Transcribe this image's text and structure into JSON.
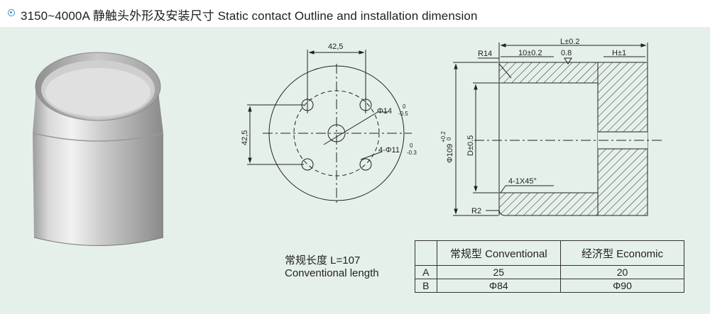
{
  "header": {
    "title": "3150~4000A 静触头外形及安装尺寸 Static contact Outline and installation dimension"
  },
  "front_view": {
    "dim_top": "42,5",
    "dim_left": "42,5",
    "hole_center": "Φ14",
    "hole_center_tol_upper": "0",
    "hole_center_tol_lower": "-0.5",
    "holes": "4-Φ11",
    "holes_tol_upper": "0",
    "holes_tol_lower": "-0.3"
  },
  "section_view": {
    "length": "L±0.2",
    "wall": "10±0.2",
    "chamfer_top": "0.8",
    "h_dim": "H±1",
    "radius_top": "R14",
    "radius_bottom": "R2",
    "outer_dia": "Φ109",
    "outer_dia_tol_upper": "+0.2",
    "outer_dia_tol_lower": "0",
    "inner_dia": "D±0.5",
    "chamfer": "4-1X45°"
  },
  "note": {
    "line1": "常规长度 L=107",
    "line2": "Conventional length"
  },
  "table": {
    "headers": [
      "",
      "常规型 Conventional",
      "经济型 Economic"
    ],
    "rows": [
      [
        "A",
        "25",
        "20"
      ],
      [
        "B",
        "Φ84",
        "Φ90"
      ]
    ]
  }
}
